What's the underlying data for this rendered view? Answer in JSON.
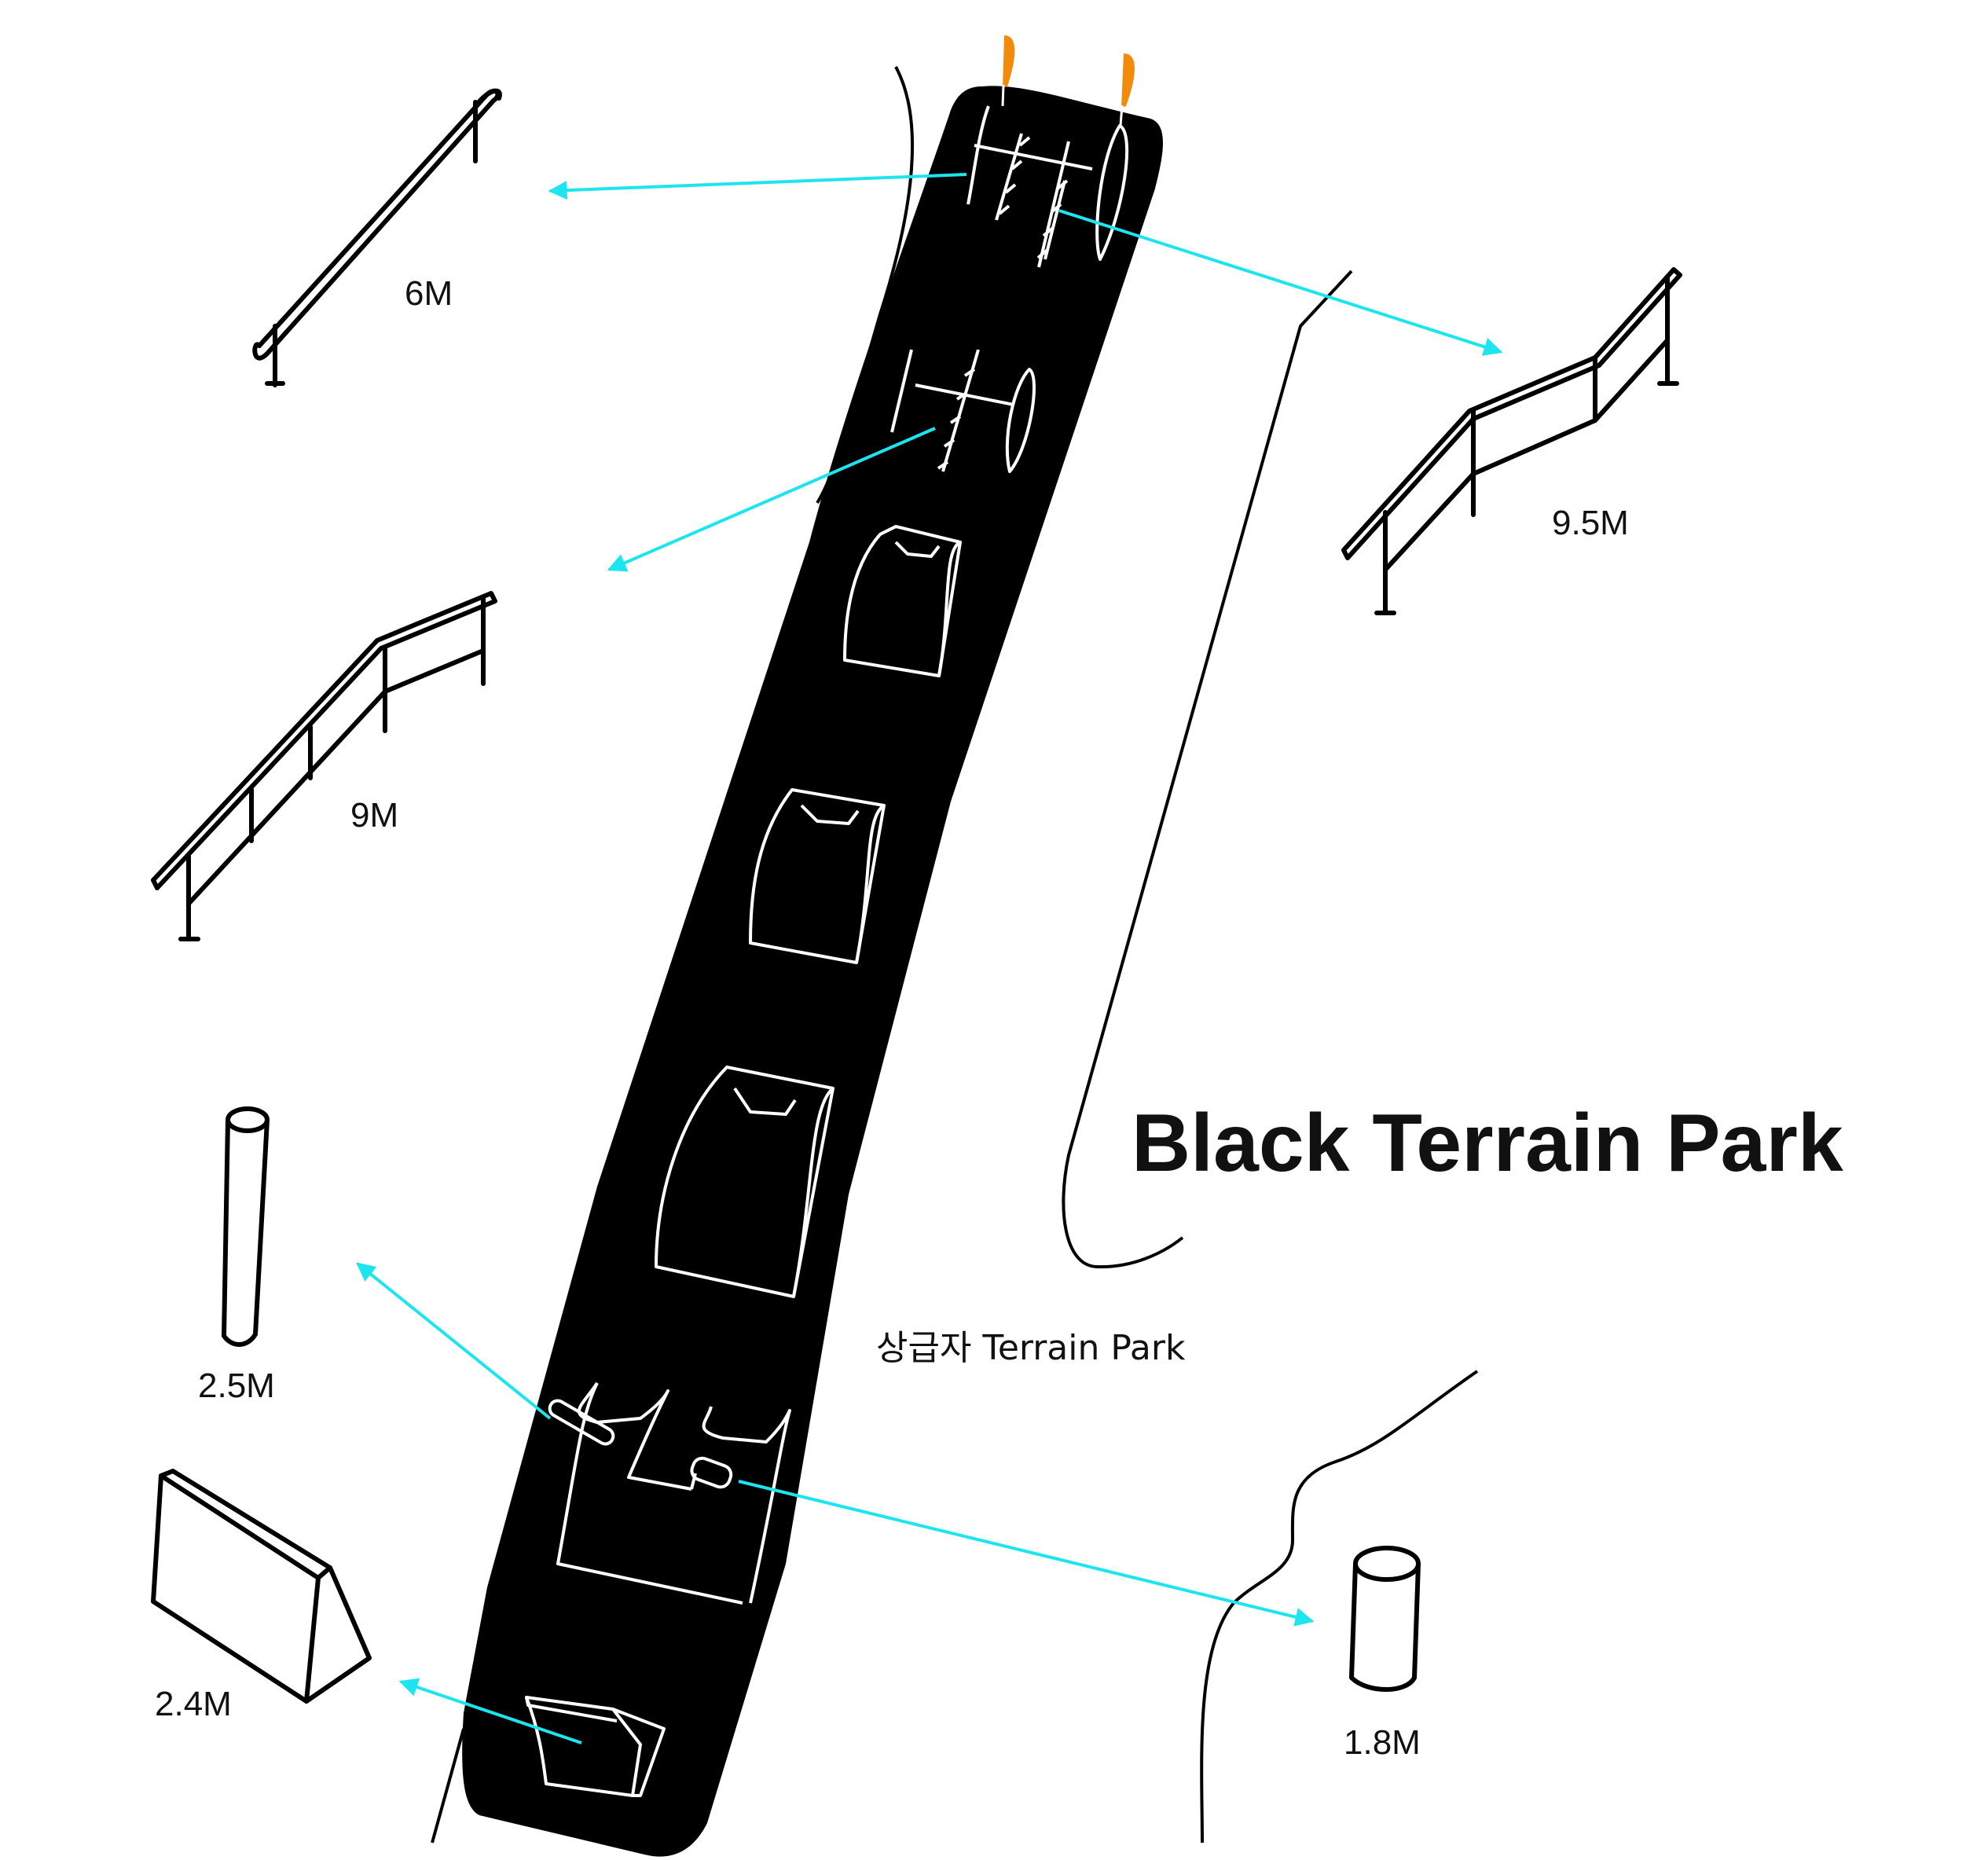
{
  "title": "Black Terrain Park",
  "subtitle": "상급자 Terrain Park",
  "features": [
    {
      "id": "rail-straight",
      "label": "6M"
    },
    {
      "id": "rail-down-flat-down",
      "label": "9.5M"
    },
    {
      "id": "rail-flat-down",
      "label": "9M"
    },
    {
      "id": "tube-tall",
      "label": "2.5M"
    },
    {
      "id": "box-wedge",
      "label": "2.4M"
    },
    {
      "id": "tube-short",
      "label": "1.8M"
    }
  ],
  "colors": {
    "slope": "#000000",
    "arrow": "#1de5f0",
    "flag": "#f28a0c",
    "line": "#000000",
    "background": "#ffffff"
  },
  "icons": [
    "flag-icon",
    "flag-icon"
  ]
}
